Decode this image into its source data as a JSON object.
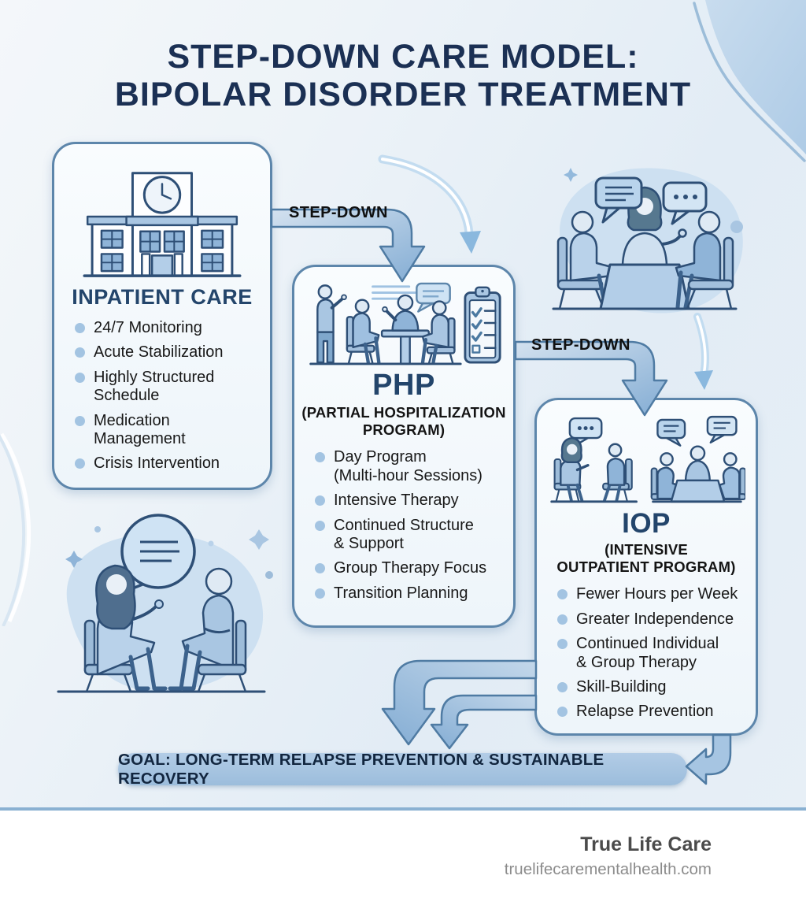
{
  "title": {
    "text": "STEP-DOWN CARE MODEL:\nBIPOLAR DISORDER TREATMENT"
  },
  "arrows": {
    "label_1": "STEP-DOWN",
    "label_2": "STEP-DOWN"
  },
  "stages": {
    "inpatient": {
      "heading": "INPATIENT CARE",
      "items": [
        "24/7 Monitoring",
        "Acute Stabilization",
        "Highly Structured\nSchedule",
        "Medication\nManagement",
        "Crisis Intervention"
      ]
    },
    "php": {
      "heading": "PHP",
      "subheading": "(PARTIAL HOSPITALIZATION\nPROGRAM)",
      "items": [
        "Day Program\n(Multi-hour Sessions)",
        "Intensive Therapy",
        "Continued Structure\n& Support",
        "Group Therapy Focus",
        "Transition Planning"
      ]
    },
    "iop": {
      "heading": "IOP",
      "subheading": "(INTENSIVE\nOUTPATIENT PROGRAM)",
      "items": [
        "Fewer Hours per Week",
        "Greater Independence",
        "Continued Individual\n& Group Therapy",
        "Skill-Building",
        "Relapse Prevention"
      ]
    }
  },
  "goal_banner": {
    "text": "GOAL: LONG-TERM RELAPSE PREVENTION & SUSTAINABLE RECOVERY"
  },
  "footer": {
    "brand": "True Life Care",
    "website": "truelifecarementalhealth.com"
  },
  "icons": {
    "inpatient": "hospital-building-icon",
    "php": "group-therapy-table-icon",
    "php_secondary": "clipboard-checklist-icon",
    "iop": "therapy-sessions-icon",
    "top_illustration": "counseling-session-illustration",
    "bottom_illustration": "one-on-one-therapy-illustration"
  },
  "colors": {
    "accent_navy": "#2e4f76",
    "heading_navy": "#23456b",
    "title_navy": "#1b3054",
    "light_blue": "#a9c6e2",
    "arrow_fill": "#9dc0e0",
    "arrow_outline": "#4f7ba3",
    "banner_bg": "#a7c5e2",
    "bullet_dot": "#a3c4e2",
    "footer_brand": "#4b4b4b",
    "footer_url": "#8c8c8c"
  }
}
